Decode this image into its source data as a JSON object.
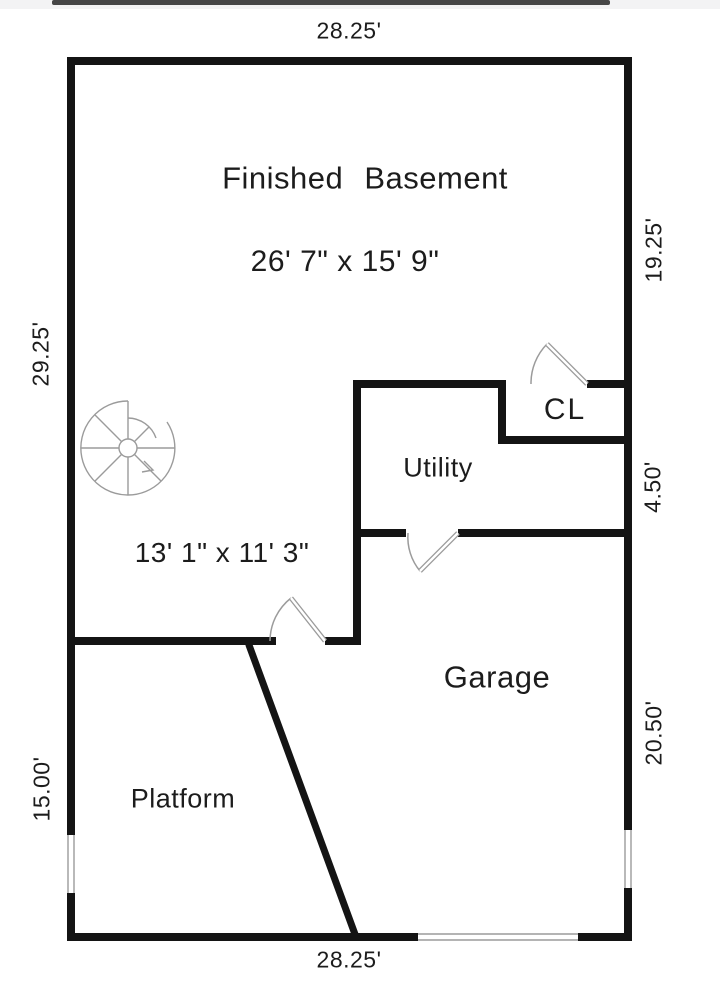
{
  "colors": {
    "background": "#ffffff",
    "wall": "#141414",
    "thin_line": "#9b9b9b",
    "text": "#1c1c1c",
    "top_bar": "#464646"
  },
  "labels": {
    "dim_top": "28.25'",
    "dim_bottom": "28.25'",
    "dim_left_upper": "29.25'",
    "dim_left_lower": "15.00'",
    "dim_right_upper": "19.25'",
    "dim_right_middle": "4.50'",
    "dim_right_lower": "20.50'",
    "room_finished_basement": "Finished Basement",
    "size_finished_basement": "26' 7\" x 15' 9\"",
    "size_lower_room": "13' 1\" x 11' 3\"",
    "room_closet": "CL",
    "room_utility": "Utility",
    "room_garage": "Garage",
    "room_platform": "Platform"
  }
}
